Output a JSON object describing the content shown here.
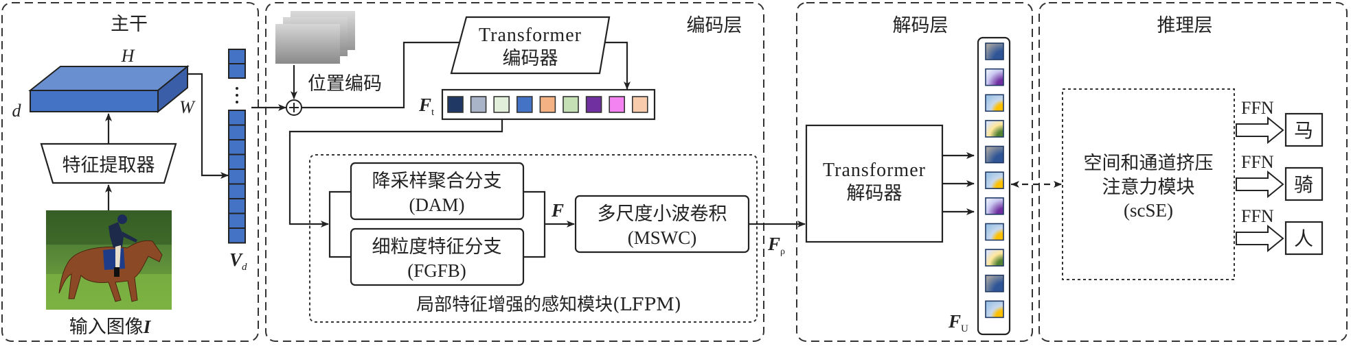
{
  "figure": {
    "panels": {
      "backbone": {
        "title": "主干",
        "feature_map_labels": {
          "height": "H",
          "width": "W",
          "depth": "d"
        },
        "extractor_label": "特征提取器",
        "input_label": "输入图像",
        "input_symbol": "I",
        "vector_label": "V",
        "vector_subscript": "d",
        "vector_cells_visible": 11
      },
      "encoder": {
        "title": "编码层",
        "positional_encoding_label": "位置编码",
        "transformer_line1": "Transformer",
        "transformer_line2": "编码器",
        "tokens_label": "F",
        "tokens_subscript": "t",
        "token_colors": [
          "#1f3864",
          "#aab4c8",
          "#e2efda",
          "#4472c4",
          "#f4b183",
          "#c5e0b4",
          "#7030a0",
          "#f283f0",
          "#f8cbad"
        ],
        "lfpm_label": "局部特征增强的感知模块(LFPM)",
        "dam_line1": "降采样聚合分支",
        "dam_line2": "(DAM)",
        "fgfb_line1": "细粒度特征分支",
        "fgfb_line2": "(FGFB)",
        "merge_label": "F",
        "mswc_line1": "多尺度小波卷积",
        "mswc_line2": "(MSWC)",
        "output_label": "F",
        "output_subscript": "ρ"
      },
      "decoder": {
        "title": "解码层",
        "transformer_line1": "Transformer",
        "transformer_line2": "解码器",
        "queries_label": "F",
        "queries_subscript": "U",
        "query_styles": [
          "blue",
          "purple",
          "yellow",
          "green",
          "blue",
          "yellow",
          "purple",
          "yellow",
          "green",
          "blue",
          "yellow"
        ]
      },
      "inference": {
        "title": "推理层",
        "scse_line1": "空间和通道挤压",
        "scse_line2": "注意力模块",
        "scse_line3": "(scSE)",
        "ffn_label": "FFN",
        "outputs": [
          "马",
          "骑",
          "人"
        ]
      }
    },
    "colors": {
      "feature_map_top": "#6a8fd0",
      "feature_map_front": "#4472c4",
      "feature_map_side": "#3a5fa8",
      "vector_cell": "#4472c4",
      "query_gradients": {
        "blue": [
          "#a0a0a0",
          "#2f5597"
        ],
        "purple": [
          "#dbe3f8",
          "#7030a0"
        ],
        "yellow": [
          "#bdd7ee",
          "#ffc000"
        ],
        "green": [
          "#ffe699",
          "#548235"
        ]
      }
    }
  }
}
